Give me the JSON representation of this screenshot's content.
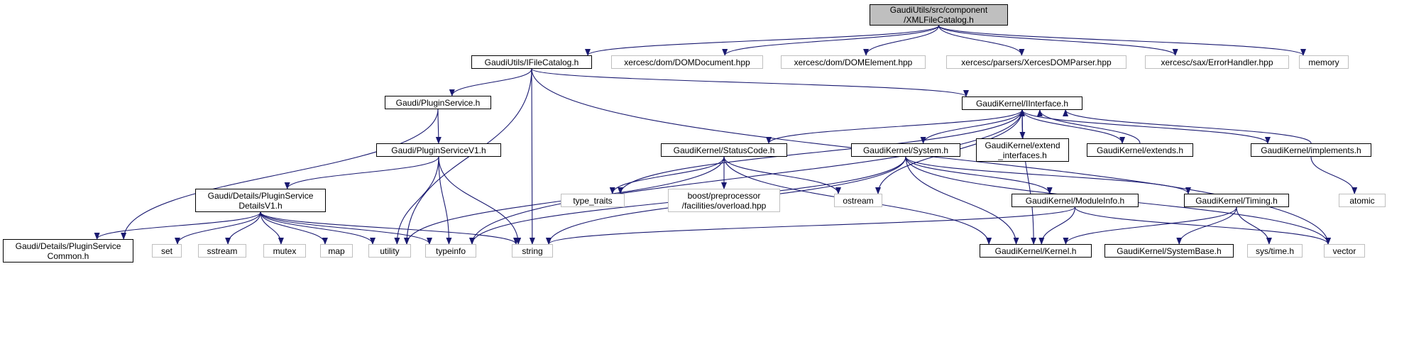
{
  "nodes": [
    {
      "id": "root",
      "label": "GaudiUtils/src/component\n/XMLFileCatalog.h",
      "kind": "root"
    },
    {
      "id": "ifc",
      "label": "GaudiUtils/IFileCatalog.h",
      "kind": "doc"
    },
    {
      "id": "domdoc",
      "label": "xercesc/dom/DOMDocument.hpp",
      "kind": "sys"
    },
    {
      "id": "domel",
      "label": "xercesc/dom/DOMElement.hpp",
      "kind": "sys"
    },
    {
      "id": "xdp",
      "label": "xercesc/parsers/XercesDOMParser.hpp",
      "kind": "sys"
    },
    {
      "id": "eh",
      "label": "xercesc/sax/ErrorHandler.hpp",
      "kind": "sys"
    },
    {
      "id": "memory",
      "label": "memory",
      "kind": "sys"
    },
    {
      "id": "ps",
      "label": "Gaudi/PluginService.h",
      "kind": "doc"
    },
    {
      "id": "iface",
      "label": "GaudiKernel/IInterface.h",
      "kind": "doc"
    },
    {
      "id": "psv1",
      "label": "Gaudi/PluginServiceV1.h",
      "kind": "doc"
    },
    {
      "id": "sc",
      "label": "GaudiKernel/StatusCode.h",
      "kind": "doc"
    },
    {
      "id": "system",
      "label": "GaudiKernel/System.h",
      "kind": "doc"
    },
    {
      "id": "extif",
      "label": "GaudiKernel/extend\n_interfaces.h",
      "kind": "doc"
    },
    {
      "id": "extends",
      "label": "GaudiKernel/extends.h",
      "kind": "doc"
    },
    {
      "id": "impl",
      "label": "GaudiKernel/implements.h",
      "kind": "doc"
    },
    {
      "id": "psdv1",
      "label": "Gaudi/Details/PluginService\nDetailsV1.h",
      "kind": "doc"
    },
    {
      "id": "typetraits",
      "label": "type_traits",
      "kind": "sys"
    },
    {
      "id": "boostpp",
      "label": "boost/preprocessor\n/facilities/overload.hpp",
      "kind": "sys"
    },
    {
      "id": "ostream",
      "label": "ostream",
      "kind": "sys"
    },
    {
      "id": "atomic",
      "label": "atomic",
      "kind": "sys"
    },
    {
      "id": "modinfo",
      "label": "GaudiKernel/ModuleInfo.h",
      "kind": "doc"
    },
    {
      "id": "timing",
      "label": "GaudiKernel/Timing.h",
      "kind": "doc"
    },
    {
      "id": "psdc",
      "label": "Gaudi/Details/PluginService\nCommon.h",
      "kind": "doc"
    },
    {
      "id": "set",
      "label": "set",
      "kind": "sys"
    },
    {
      "id": "sstream",
      "label": "sstream",
      "kind": "sys"
    },
    {
      "id": "mutex",
      "label": "mutex",
      "kind": "sys"
    },
    {
      "id": "map",
      "label": "map",
      "kind": "sys"
    },
    {
      "id": "utility",
      "label": "utility",
      "kind": "sys"
    },
    {
      "id": "typeinfo",
      "label": "typeinfo",
      "kind": "sys"
    },
    {
      "id": "string",
      "label": "string",
      "kind": "sys"
    },
    {
      "id": "kernel",
      "label": "GaudiKernel/Kernel.h",
      "kind": "doc"
    },
    {
      "id": "sysbase",
      "label": "GaudiKernel/SystemBase.h",
      "kind": "doc"
    },
    {
      "id": "systime",
      "label": "sys/time.h",
      "kind": "sys"
    },
    {
      "id": "vector",
      "label": "vector",
      "kind": "sys"
    }
  ],
  "edges": [
    [
      "root",
      "ifc"
    ],
    [
      "root",
      "domdoc"
    ],
    [
      "root",
      "domel"
    ],
    [
      "root",
      "xdp"
    ],
    [
      "root",
      "eh"
    ],
    [
      "root",
      "memory"
    ],
    [
      "ifc",
      "ps"
    ],
    [
      "ifc",
      "iface"
    ],
    [
      "ifc",
      "utility"
    ],
    [
      "ifc",
      "string"
    ],
    [
      "ifc",
      "vector"
    ],
    [
      "ps",
      "psv1"
    ],
    [
      "ps",
      "psdc"
    ],
    [
      "psv1",
      "psdv1"
    ],
    [
      "psv1",
      "utility"
    ],
    [
      "psv1",
      "typeinfo"
    ],
    [
      "psv1",
      "string"
    ],
    [
      "psdv1",
      "psdc"
    ],
    [
      "psdv1",
      "set"
    ],
    [
      "psdv1",
      "sstream"
    ],
    [
      "psdv1",
      "mutex"
    ],
    [
      "psdv1",
      "map"
    ],
    [
      "psdv1",
      "utility"
    ],
    [
      "psdv1",
      "typeinfo"
    ],
    [
      "psdv1",
      "string"
    ],
    [
      "iface",
      "sc"
    ],
    [
      "iface",
      "system"
    ],
    [
      "iface",
      "extif"
    ],
    [
      "iface",
      "extends"
    ],
    [
      "iface",
      "impl"
    ],
    [
      "iface",
      "typetraits"
    ],
    [
      "iface",
      "ostream"
    ],
    [
      "iface",
      "typeinfo"
    ],
    [
      "iface",
      "kernel"
    ],
    [
      "extif",
      "iface"
    ],
    [
      "extends",
      "iface"
    ],
    [
      "impl",
      "iface"
    ],
    [
      "impl",
      "atomic"
    ],
    [
      "sc",
      "typetraits"
    ],
    [
      "sc",
      "boostpp"
    ],
    [
      "sc",
      "ostream"
    ],
    [
      "sc",
      "utility"
    ],
    [
      "sc",
      "kernel"
    ],
    [
      "system",
      "modinfo"
    ],
    [
      "system",
      "timing"
    ],
    [
      "system",
      "kernel"
    ],
    [
      "system",
      "typeinfo"
    ],
    [
      "system",
      "string"
    ],
    [
      "system",
      "vector"
    ],
    [
      "modinfo",
      "kernel"
    ],
    [
      "modinfo",
      "string"
    ],
    [
      "modinfo",
      "vector"
    ],
    [
      "timing",
      "kernel"
    ],
    [
      "timing",
      "sysbase"
    ],
    [
      "timing",
      "systime"
    ]
  ],
  "colors": {
    "edge": "#191970",
    "doc_border": "#000000",
    "sys_border": "#bfbfbf",
    "root_fill": "#bfbfbf"
  }
}
